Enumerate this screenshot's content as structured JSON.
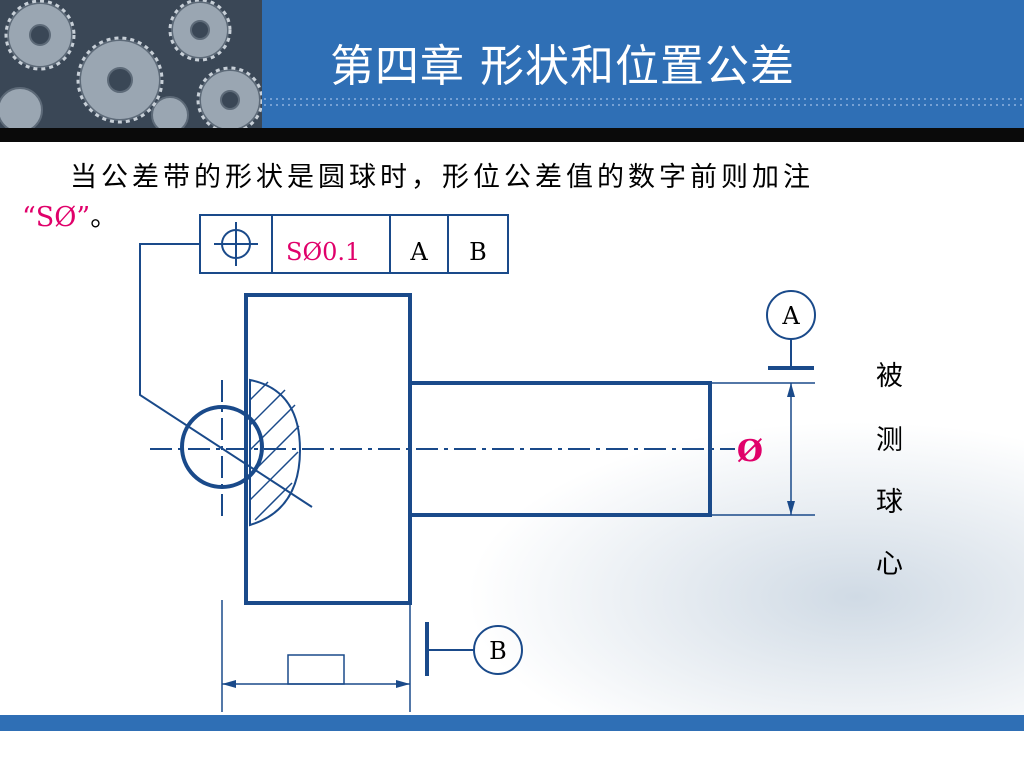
{
  "header": {
    "title": "第四章    形状和位置公差"
  },
  "intro": {
    "text": "当公差带的形状是圆球时，形位公差值的数字前则加注",
    "highlight": "“SØ”",
    "end": "。"
  },
  "frame": {
    "value": "SØ0.1",
    "datum_a": "A",
    "datum_b": "B"
  },
  "labels": {
    "datum_a_circle": "A",
    "datum_b_circle": "B",
    "diameter_symbol": "Ø",
    "vertical_label": [
      "被",
      "测",
      "球",
      "心"
    ]
  },
  "colors": {
    "accent": "#2f6fb5",
    "line": "#1a4a8a",
    "highlight": "#e0006a"
  },
  "icons": {
    "position_symbol": "position-symbol-icon"
  }
}
